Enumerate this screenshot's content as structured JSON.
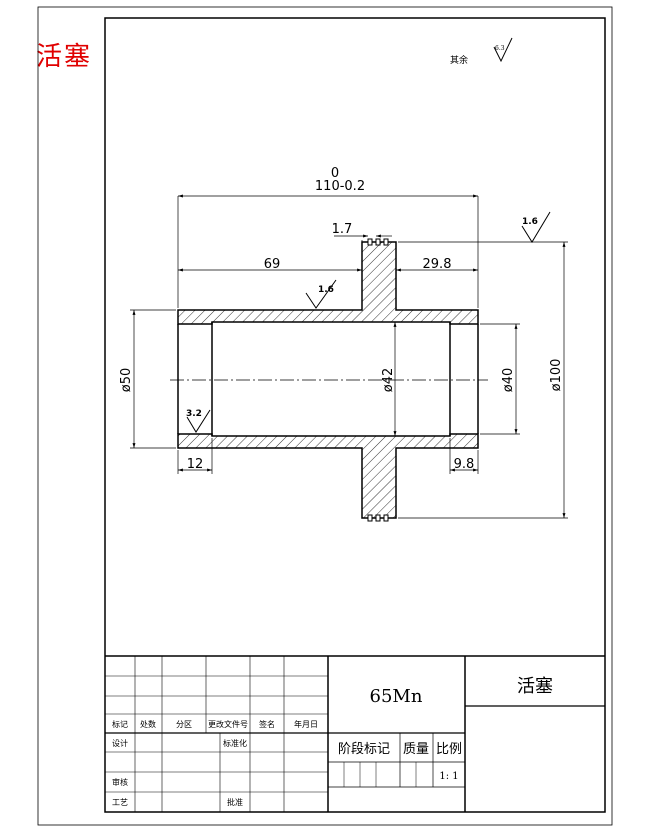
{
  "part_name": "活塞",
  "surface_note": {
    "label": "其余",
    "roughness": "6.3"
  },
  "dimensions": {
    "overall_tol_upper": "0",
    "overall_length": "110-0.2",
    "groove_width": "1.7",
    "left_length": "69",
    "right_length": "29.8",
    "bore_left_length": "12",
    "bore_right_length": "9.8",
    "dia_outer": "ø50",
    "dia_inner": "ø42",
    "dia_bore": "ø40",
    "dia_flange": "ø100"
  },
  "roughness": {
    "flange_face": "1.6",
    "outer_surface": "1.6",
    "bore_surface": "3.2"
  },
  "title_block": {
    "material": "65Mn",
    "name": "活塞",
    "header": {
      "mark": "标记",
      "count": "处数",
      "zone": "分区",
      "doc": "更改文件号",
      "sign": "签名",
      "date": "年月日"
    },
    "design": "设计",
    "standard": "标准化",
    "check": "审核",
    "process": "工艺",
    "approve": "批准",
    "stage_mark": "阶段标记",
    "mass": "质量",
    "ratio": "比例",
    "scale": "1: 1"
  }
}
